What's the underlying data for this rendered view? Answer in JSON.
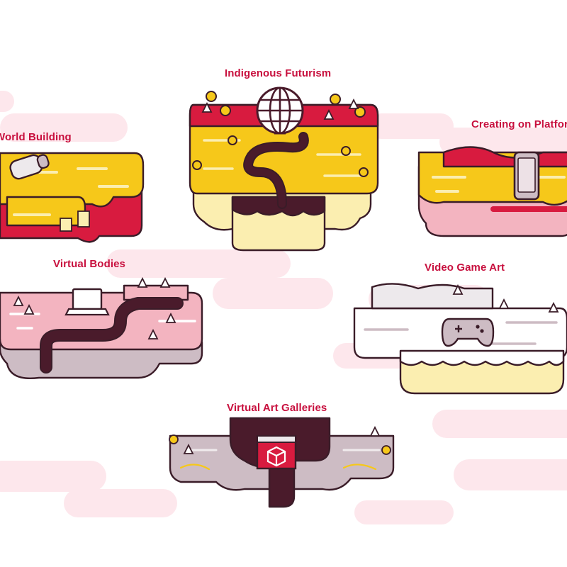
{
  "colors": {
    "accent": "#c8103e",
    "outline": "#3a1c28",
    "yellow": "#f6c81a",
    "red": "#d81b3f",
    "cream": "#fbeeb0",
    "pink": "#f3b4c0",
    "paleMauve": "#cdbcc4",
    "maroon": "#4a1b2b",
    "cloud": "#fde7ec"
  },
  "islands": [
    {
      "label": "World Building",
      "icon": "vr-headset-icon"
    },
    {
      "label": "Indigenous Futurism",
      "icon": "globe-icon"
    },
    {
      "label": "Creating on Platforms",
      "icon": "smartphone-icon"
    },
    {
      "label": "Virtual Bodies",
      "icon": "laptop-icon"
    },
    {
      "label": "Video Game Art",
      "icon": "gamepad-icon"
    },
    {
      "label": "Virtual Art Galleries",
      "icon": "cube-window-icon"
    }
  ]
}
